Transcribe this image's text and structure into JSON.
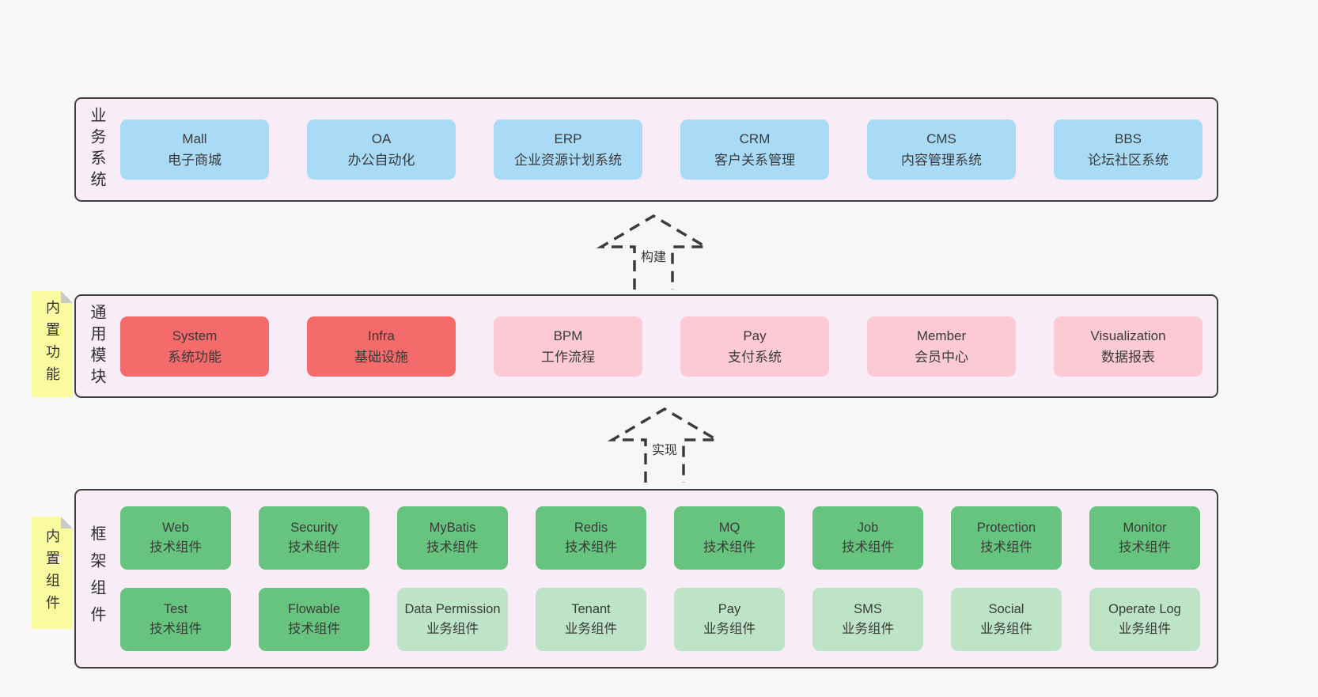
{
  "colors": {
    "page_bg": "#f7f7f7",
    "band_bg": "#f8edf6",
    "band_border": "#404040",
    "note_bg": "#fafaa1",
    "note_fold": "#c9c9c9",
    "arrow_stroke": "#3c3c3c",
    "blue": "#aadbf6",
    "red": "#f56a6a",
    "pink": "#fccad4",
    "green": "#67c47e",
    "green-light": "#bee4c7",
    "text": "#3a3a3a"
  },
  "arrows": [
    {
      "label": "构建"
    },
    {
      "label": "实现"
    }
  ],
  "bands": [
    {
      "id": "business-systems",
      "title": "业务系统",
      "rows": [
        [
          {
            "name": "Mall",
            "desc": "电子商城",
            "variant": "blue"
          },
          {
            "name": "OA",
            "desc": "办公自动化",
            "variant": "blue"
          },
          {
            "name": "ERP",
            "desc": "企业资源计划系统",
            "variant": "blue"
          },
          {
            "name": "CRM",
            "desc": "客户关系管理",
            "variant": "blue"
          },
          {
            "name": "CMS",
            "desc": "内容管理系统",
            "variant": "blue"
          },
          {
            "name": "BBS",
            "desc": "论坛社区系统",
            "variant": "blue"
          }
        ]
      ]
    },
    {
      "id": "common-modules",
      "title": "通用模块",
      "note": "内置功能",
      "rows": [
        [
          {
            "name": "System",
            "desc": "系统功能",
            "variant": "red"
          },
          {
            "name": "Infra",
            "desc": "基础设施",
            "variant": "red"
          },
          {
            "name": "BPM",
            "desc": "工作流程",
            "variant": "pink"
          },
          {
            "name": "Pay",
            "desc": "支付系统",
            "variant": "pink"
          },
          {
            "name": "Member",
            "desc": "会员中心",
            "variant": "pink"
          },
          {
            "name": "Visualization",
            "desc": "数据报表",
            "variant": "pink"
          }
        ]
      ]
    },
    {
      "id": "framework-components",
      "title": "框架组件",
      "note": "内置组件",
      "rows": [
        [
          {
            "name": "Web",
            "desc": "技术组件",
            "variant": "green"
          },
          {
            "name": "Security",
            "desc": "技术组件",
            "variant": "green"
          },
          {
            "name": "MyBatis",
            "desc": "技术组件",
            "variant": "green"
          },
          {
            "name": "Redis",
            "desc": "技术组件",
            "variant": "green"
          },
          {
            "name": "MQ",
            "desc": "技术组件",
            "variant": "green"
          },
          {
            "name": "Job",
            "desc": "技术组件",
            "variant": "green"
          },
          {
            "name": "Protection",
            "desc": "技术组件",
            "variant": "green"
          },
          {
            "name": "Monitor",
            "desc": "技术组件",
            "variant": "green"
          }
        ],
        [
          {
            "name": "Test",
            "desc": "技术组件",
            "variant": "green"
          },
          {
            "name": "Flowable",
            "desc": "技术组件",
            "variant": "green"
          },
          {
            "name": "Data Permission",
            "desc": "业务组件",
            "variant": "green-light"
          },
          {
            "name": "Tenant",
            "desc": "业务组件",
            "variant": "green-light"
          },
          {
            "name": "Pay",
            "desc": "业务组件",
            "variant": "green-light"
          },
          {
            "name": "SMS",
            "desc": "业务组件",
            "variant": "green-light"
          },
          {
            "name": "Social",
            "desc": "业务组件",
            "variant": "green-light"
          },
          {
            "name": "Operate Log",
            "desc": "业务组件",
            "variant": "green-light"
          }
        ]
      ]
    }
  ]
}
